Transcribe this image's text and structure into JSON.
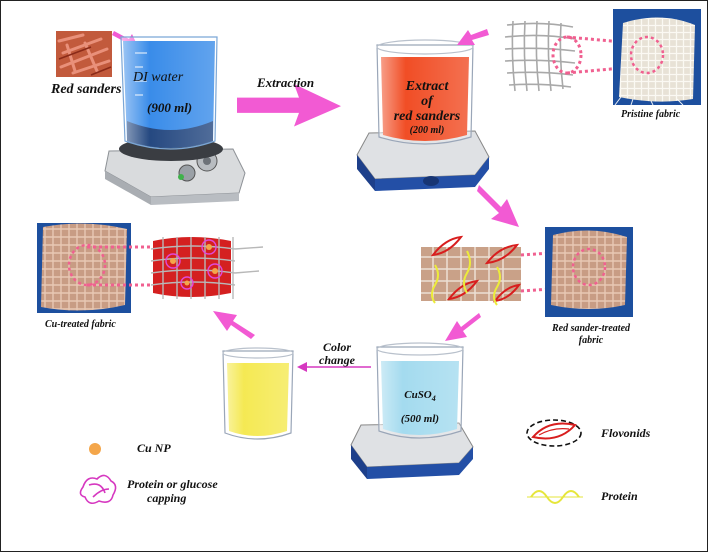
{
  "labels": {
    "red_sanders": "Red sanders",
    "di_water": "DI water",
    "di_volume": "(900 ml)",
    "extraction": "Extraction",
    "extract_line1": "Extract",
    "extract_line2": "of",
    "extract_line3": "red sanders",
    "extract_volume": "(200 ml)",
    "pristine_fabric": "Pristine fabric",
    "cu_treated_fabric": "Cu-treated  fabric",
    "red_sander_treated_line1": "Red sander-treated",
    "red_sander_treated_line2": "fabric",
    "color_change_line1": "Color",
    "color_change_line2": "change",
    "cuso4_base": "CuSO",
    "cuso4_sub": "4",
    "cuso4_volume": "(500 ml)",
    "legend_cu_np": "Cu NP",
    "legend_capping_line1": "Protein or glucose",
    "legend_capping_line2": "capping",
    "legend_flavonoids": "Flovonids",
    "legend_protein": "Protein"
  },
  "colors": {
    "arrow": "#f25ad3",
    "water": "#2f86e8",
    "extract": "#f0441a",
    "cuso4": "#9fd9ee",
    "yellow": "#f4e84a",
    "fabric": "#c9a188",
    "cu_np": "#f4a64a",
    "flavonoid": "#d81e1e",
    "protein": "#e6e63a"
  }
}
